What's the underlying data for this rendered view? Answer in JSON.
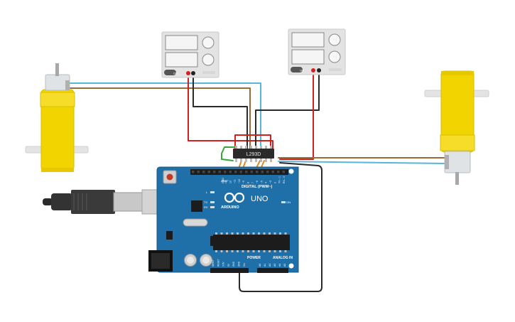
{
  "circuit": {
    "driver_chip_label": "L293D",
    "arduino": {
      "logo_text": "ARDUINO",
      "model_text": "UNO",
      "digital_header_label": "DIGITAL (PWM~)",
      "power_label": "POWER",
      "analog_label": "ANALOG IN",
      "on_label": "ON",
      "l_label": "L",
      "tx_label": "TX",
      "rx_label": "RX",
      "aref_label": "AREF",
      "gnd_label": "GND",
      "digital_pins": [
        "13",
        "12",
        "~11",
        "~10",
        "~9",
        "8",
        "7",
        "~6",
        "~5",
        "4",
        "~3",
        "2",
        "TX→1",
        "RX←0"
      ],
      "power_pins": [
        "IOREF",
        "RESET",
        "3.3V",
        "5V",
        "GND",
        "GND",
        "Vin"
      ],
      "analog_pins": [
        "A0",
        "A1",
        "A2",
        "A3",
        "A4",
        "A5"
      ]
    },
    "power_supply_left": {
      "switch_label": "ON"
    },
    "power_supply_right": {
      "switch_label": "ON"
    }
  },
  "colors": {
    "board_blue": "#1f6fa8",
    "board_blue_dark": "#185b8a",
    "motor_yellow": "#f2d500",
    "wire_red": "#d21f1f",
    "wire_black": "#2a2a2a",
    "wire_blue": "#56b8d6",
    "wire_brown": "#9a6a3a",
    "wire_orange": "#e08a1e",
    "wire_green": "#3aa63a",
    "psu_body": "#e3e3e3"
  }
}
